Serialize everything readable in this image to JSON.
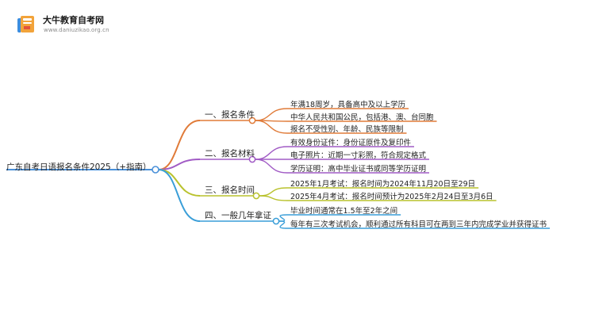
{
  "logo": {
    "title": "大牛教育自考网",
    "url": "www.daniuzikao.org.cn",
    "icon": "open-book-icon"
  },
  "colors": {
    "root": "#4a90d9",
    "branches": [
      "#e07b39",
      "#a15bc5",
      "#b9c22d",
      "#3a9ed8"
    ]
  },
  "root": {
    "label": "广东自考日语报名条件2025（+指南）"
  },
  "branches": [
    {
      "label": "一、报名条件",
      "children": [
        "年满18周岁，具备高中及以上学历",
        "中华人民共和国公民，包括港、澳、台同胞",
        "报名不受性别、年龄、民族等限制"
      ]
    },
    {
      "label": "二、报名材料",
      "children": [
        "有效身份证件：身份证原件及复印件",
        "电子照片：近期一寸彩照，符合规定格式",
        "学历证明：高中毕业证书或同等学历证明"
      ]
    },
    {
      "label": "三、报名时间",
      "children": [
        "2025年1月考试：报名时间为2024年11月20日至29日",
        "2025年4月考试：报名时间预计为2025年2月24日至3月6日"
      ]
    },
    {
      "label": "四、一般几年拿证",
      "children": [
        "毕业时间通常在1.5年至2年之间",
        "每年有三次考试机会，顺利通过所有科目可在两到三年内完成学业并获得证书"
      ]
    }
  ]
}
